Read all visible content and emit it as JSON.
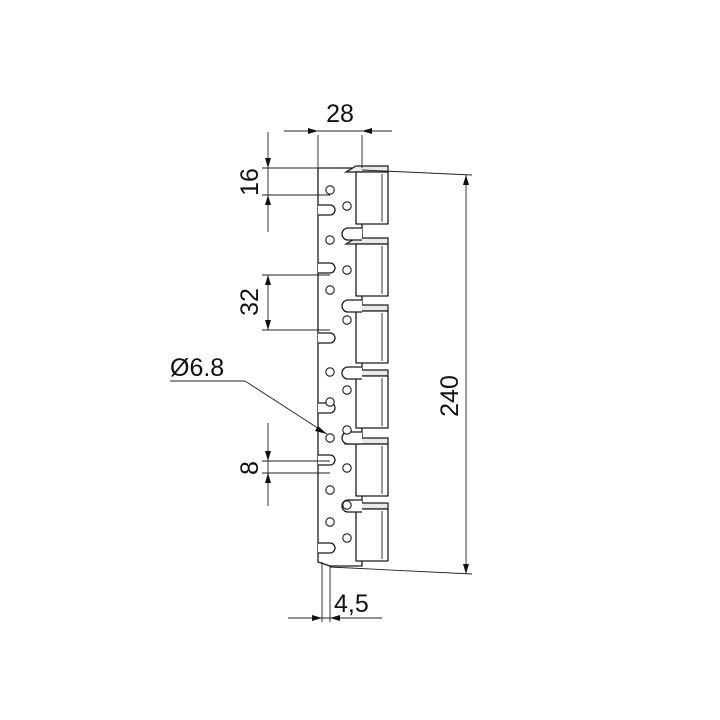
{
  "drawing": {
    "dim_width": "28",
    "dim_top_segment": "16",
    "dim_pitch": "32",
    "dim_hole": "Ø6.8",
    "dim_small_gap": "8",
    "dim_length": "240",
    "dim_thickness": "4,5"
  },
  "colors": {
    "line": "#1a1a1a",
    "face_shade": "#e9e9e9",
    "background": "#ffffff"
  }
}
